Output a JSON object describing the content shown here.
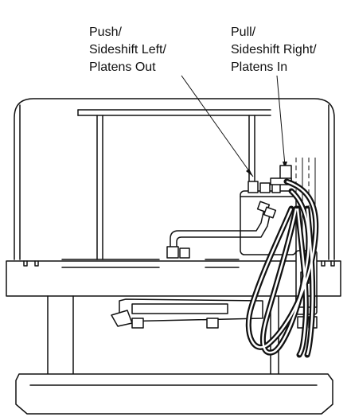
{
  "callouts": {
    "left": {
      "lines": [
        "Push/",
        "Sideshift Left/",
        "Platens Out"
      ]
    },
    "right": {
      "lines": [
        "Pull/",
        "Sideshift Right/",
        "Platens In"
      ]
    }
  }
}
